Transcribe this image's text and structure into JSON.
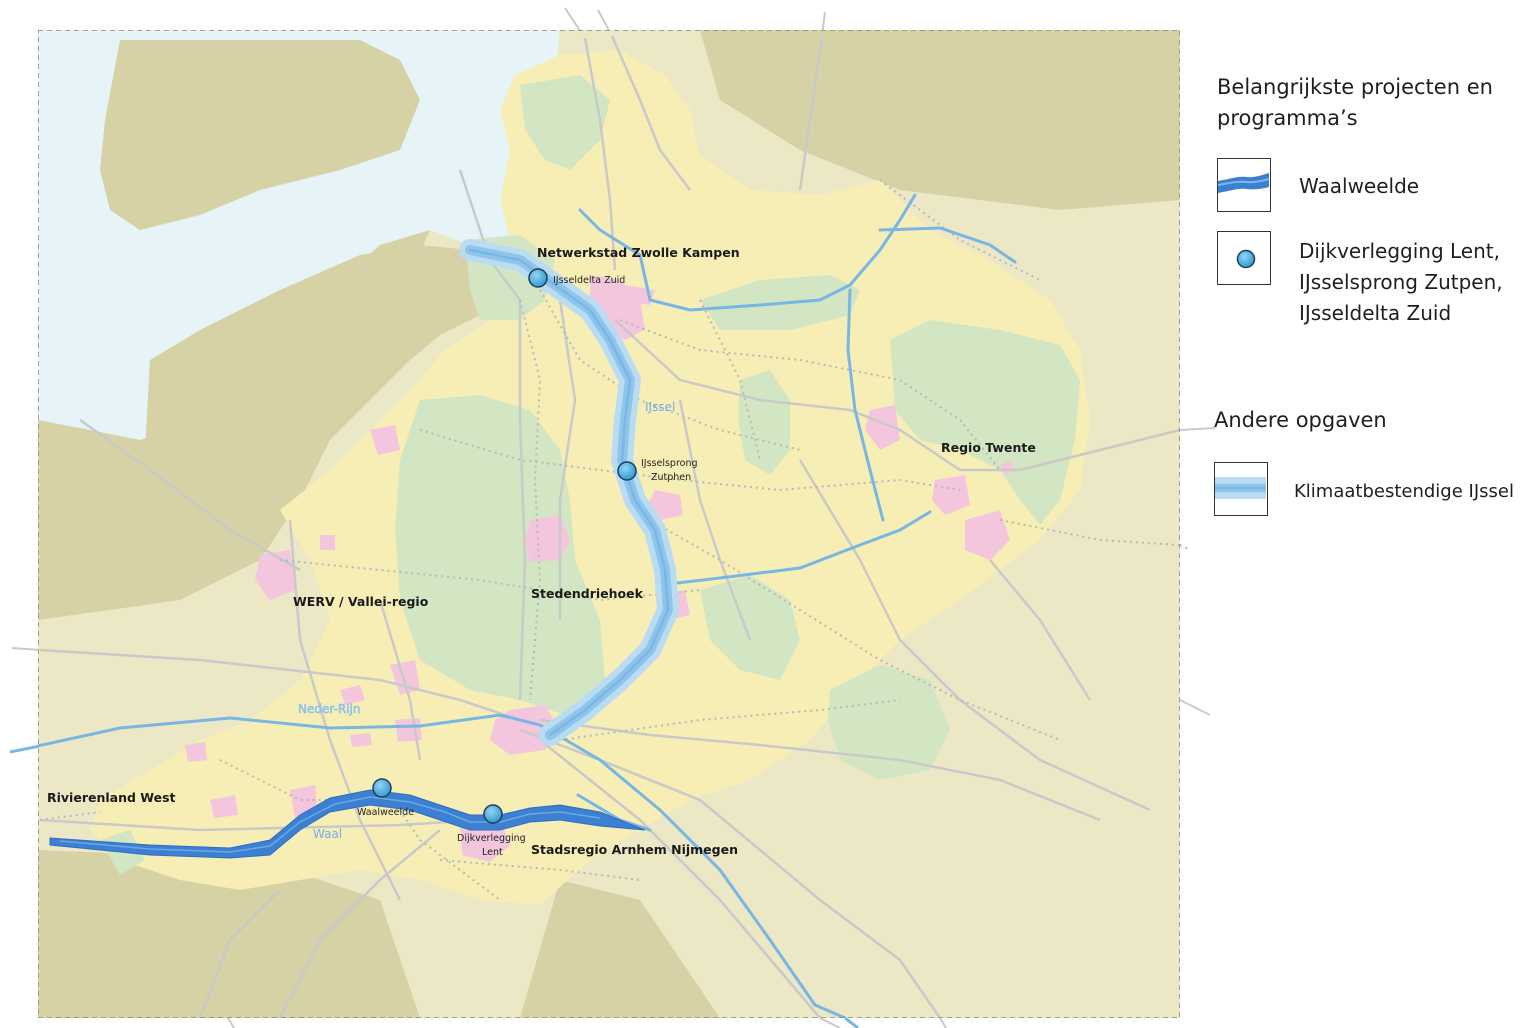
{
  "map": {
    "regions": {
      "zwolle_kampen": "Netwerkstad Zwolle Kampen",
      "twente": "Regio Twente",
      "werv": "WERV / Vallei-regio",
      "stedendriehoek": "Stedendriehoek",
      "rivierenland": "Rivierenland West",
      "arnhem_nijmegen": "Stadsregio Arnhem Nijmegen"
    },
    "projects": {
      "ijsseldelta": "IJsseldelta Zuid",
      "ijsselsprong_1": "IJsselsprong",
      "ijsselsprong_2": "Zutphen",
      "waalweelde": "Waalweelde",
      "dijkverlegging_1": "Dijkverlegging",
      "dijkverlegging_2": "Lent"
    },
    "rivers": {
      "ijssel": "IJssel",
      "nederrijn": "Neder-Rijn",
      "waal": "Waal"
    }
  },
  "legend": {
    "heading_main_1": "Belangrijkste projecten en",
    "heading_main_2": "programma’s",
    "waalweelde_label": "Waalweelde",
    "dijk_label_1": "Dijkverlegging Lent,",
    "dijk_label_2": "IJsselsprong Zutpen,",
    "dijk_label_3": "IJsseldelta Zuid",
    "heading_other": "Andere opgaven",
    "klimaat_label": "Klimaatbestendige IJssel"
  },
  "colors": {
    "land_light": "#ece7c4",
    "land_dark": "#d6d2a6",
    "land_yellow": "#f7eeb6",
    "forest": "#d3e6c3",
    "urban": "#f3c6dd",
    "water_lake": "#e6f3f7",
    "river": "#78b6e4",
    "project_blue": "#3d7fd0",
    "marker": "#4ab3e3"
  }
}
